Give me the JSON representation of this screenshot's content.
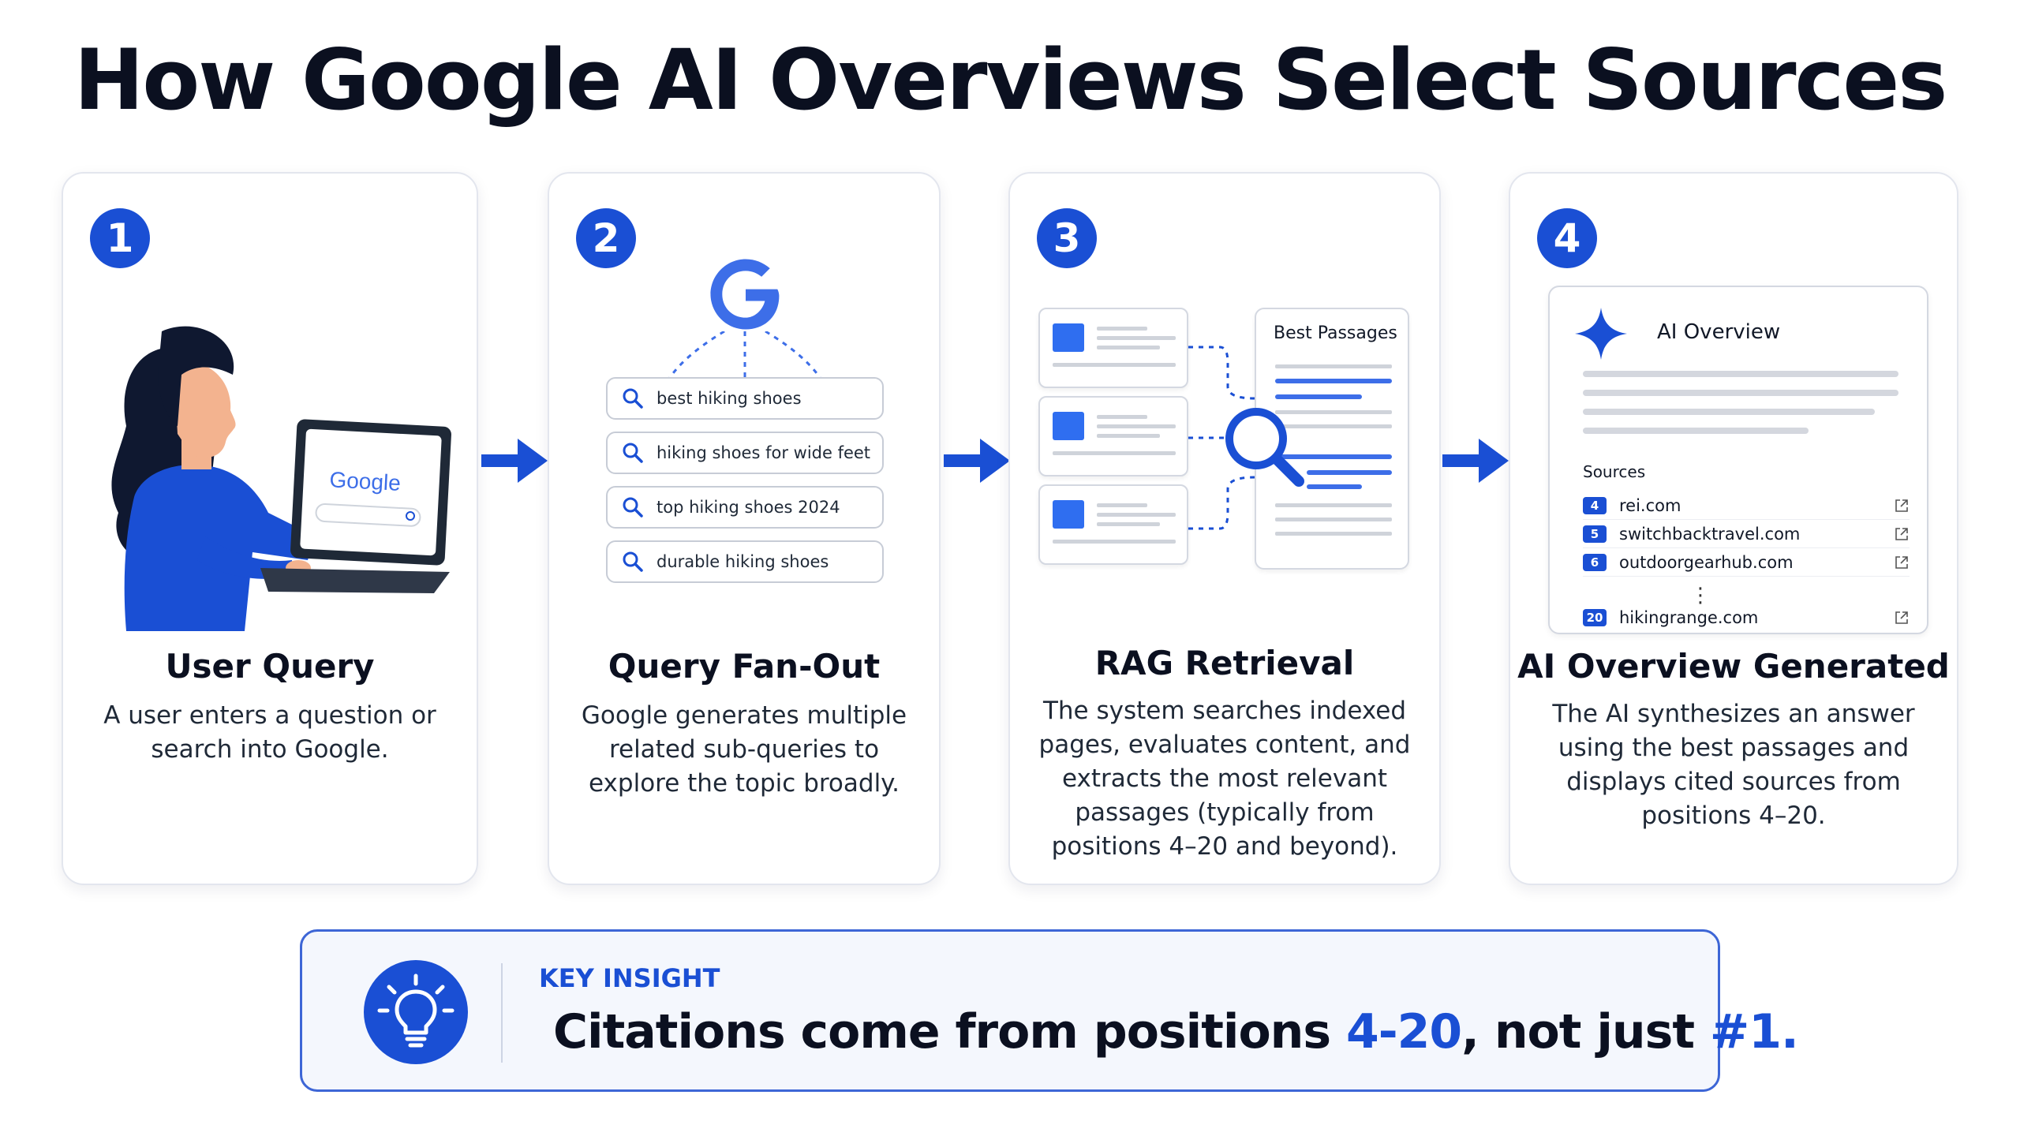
{
  "title": "How Google AI Overviews Select Sources",
  "colors": {
    "accent": "#1a4fd4",
    "border": "#3d66d6",
    "gray": "#d4d7de"
  },
  "steps": [
    {
      "number": "1",
      "title": "User Query",
      "description": "A user enters a question or search into Google.",
      "laptop_logo": "Google"
    },
    {
      "number": "2",
      "title": "Query Fan-Out",
      "description": "Google generates multiple related sub-queries to explore the topic broadly.",
      "queries": [
        "best hiking shoes",
        "hiking shoes for wide feet",
        "top hiking shoes 2024",
        "durable hiking shoes"
      ]
    },
    {
      "number": "3",
      "title": "RAG Retrieval",
      "description": "The system searches indexed pages, evaluates content, and extracts the most relevant passages (typically from positions 4–20 and beyond).",
      "passages_title": "Best Passages"
    },
    {
      "number": "4",
      "title": "AI Overview Generated",
      "description": "The AI synthesizes an answer using the best passages and displays cited sources from positions 4–20.",
      "panel_title": "AI Overview",
      "sources_label": "Sources",
      "sources": [
        {
          "num": "4",
          "domain": "rei.com"
        },
        {
          "num": "5",
          "domain": "switchbacktravel.com"
        },
        {
          "num": "6",
          "domain": "outdoorgearhub.com"
        },
        {
          "num": "20",
          "domain": "hikingrange.com"
        }
      ],
      "ellipsis": "⋮"
    }
  ],
  "insight": {
    "label": "KEY INSIGHT",
    "text_1": "Citations come from positions ",
    "highlight_1": "4-20",
    "text_2": ", not just ",
    "highlight_2": "#1."
  }
}
